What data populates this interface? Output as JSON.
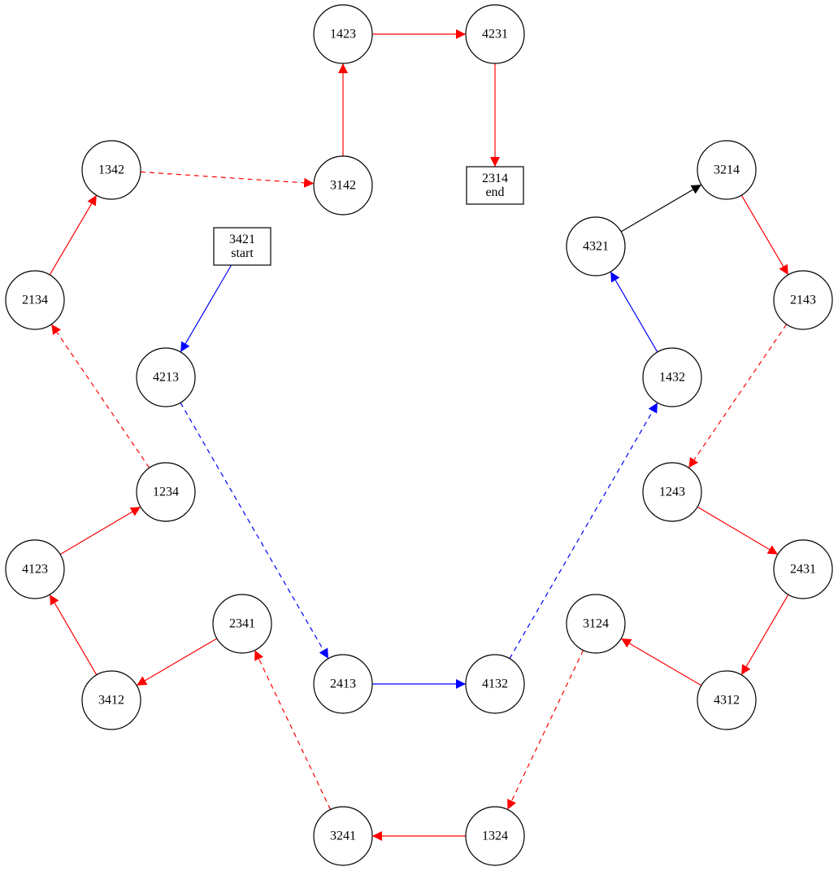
{
  "colors": {
    "red": "#ff0000",
    "blue": "#0000ff",
    "black": "#000000"
  },
  "nodes": [
    {
      "id": "3421",
      "lines": [
        "3421",
        "start"
      ],
      "shape": "box"
    },
    {
      "id": "2314",
      "lines": [
        "2314",
        "end"
      ],
      "shape": "box"
    },
    {
      "id": "1423",
      "lines": [
        "1423"
      ],
      "shape": "circle"
    },
    {
      "id": "4231",
      "lines": [
        "4231"
      ],
      "shape": "circle"
    },
    {
      "id": "1342",
      "lines": [
        "1342"
      ],
      "shape": "circle"
    },
    {
      "id": "3142",
      "lines": [
        "3142"
      ],
      "shape": "circle"
    },
    {
      "id": "3214",
      "lines": [
        "3214"
      ],
      "shape": "circle"
    },
    {
      "id": "4321",
      "lines": [
        "4321"
      ],
      "shape": "circle"
    },
    {
      "id": "2134",
      "lines": [
        "2134"
      ],
      "shape": "circle"
    },
    {
      "id": "2143",
      "lines": [
        "2143"
      ],
      "shape": "circle"
    },
    {
      "id": "4213",
      "lines": [
        "4213"
      ],
      "shape": "circle"
    },
    {
      "id": "1432",
      "lines": [
        "1432"
      ],
      "shape": "circle"
    },
    {
      "id": "1234",
      "lines": [
        "1234"
      ],
      "shape": "circle"
    },
    {
      "id": "1243",
      "lines": [
        "1243"
      ],
      "shape": "circle"
    },
    {
      "id": "4123",
      "lines": [
        "4123"
      ],
      "shape": "circle"
    },
    {
      "id": "2431",
      "lines": [
        "2431"
      ],
      "shape": "circle"
    },
    {
      "id": "2341",
      "lines": [
        "2341"
      ],
      "shape": "circle"
    },
    {
      "id": "3124",
      "lines": [
        "3124"
      ],
      "shape": "circle"
    },
    {
      "id": "3412",
      "lines": [
        "3412"
      ],
      "shape": "circle"
    },
    {
      "id": "2413",
      "lines": [
        "2413"
      ],
      "shape": "circle"
    },
    {
      "id": "4132",
      "lines": [
        "4132"
      ],
      "shape": "circle"
    },
    {
      "id": "4312",
      "lines": [
        "4312"
      ],
      "shape": "circle"
    },
    {
      "id": "3241",
      "lines": [
        "3241"
      ],
      "shape": "circle"
    },
    {
      "id": "1324",
      "lines": [
        "1324"
      ],
      "shape": "circle"
    }
  ],
  "edges": [
    {
      "from": "3421",
      "to": "4213",
      "color": "blue",
      "style": "solid"
    },
    {
      "from": "4213",
      "to": "2413",
      "color": "blue",
      "style": "dashed"
    },
    {
      "from": "2413",
      "to": "4132",
      "color": "blue",
      "style": "solid"
    },
    {
      "from": "4132",
      "to": "1432",
      "color": "blue",
      "style": "dashed"
    },
    {
      "from": "1432",
      "to": "4321",
      "color": "blue",
      "style": "solid"
    },
    {
      "from": "4321",
      "to": "3214",
      "color": "black",
      "style": "solid"
    },
    {
      "from": "3214",
      "to": "2143",
      "color": "red",
      "style": "solid"
    },
    {
      "from": "2143",
      "to": "1243",
      "color": "red",
      "style": "dashed"
    },
    {
      "from": "1243",
      "to": "2431",
      "color": "red",
      "style": "solid"
    },
    {
      "from": "2431",
      "to": "4312",
      "color": "red",
      "style": "solid"
    },
    {
      "from": "4312",
      "to": "3124",
      "color": "red",
      "style": "solid"
    },
    {
      "from": "3124",
      "to": "1324",
      "color": "red",
      "style": "dashed"
    },
    {
      "from": "1324",
      "to": "3241",
      "color": "red",
      "style": "solid"
    },
    {
      "from": "3241",
      "to": "2341",
      "color": "red",
      "style": "dashed"
    },
    {
      "from": "2341",
      "to": "3412",
      "color": "red",
      "style": "solid"
    },
    {
      "from": "3412",
      "to": "4123",
      "color": "red",
      "style": "solid"
    },
    {
      "from": "4123",
      "to": "1234",
      "color": "red",
      "style": "solid"
    },
    {
      "from": "1234",
      "to": "2134",
      "color": "red",
      "style": "dashed"
    },
    {
      "from": "2134",
      "to": "1342",
      "color": "red",
      "style": "solid"
    },
    {
      "from": "1342",
      "to": "3142",
      "color": "red",
      "style": "dashed"
    },
    {
      "from": "3142",
      "to": "1423",
      "color": "red",
      "style": "solid"
    },
    {
      "from": "1423",
      "to": "4231",
      "color": "red",
      "style": "solid"
    },
    {
      "from": "4231",
      "to": "2314",
      "color": "red",
      "style": "solid"
    }
  ]
}
